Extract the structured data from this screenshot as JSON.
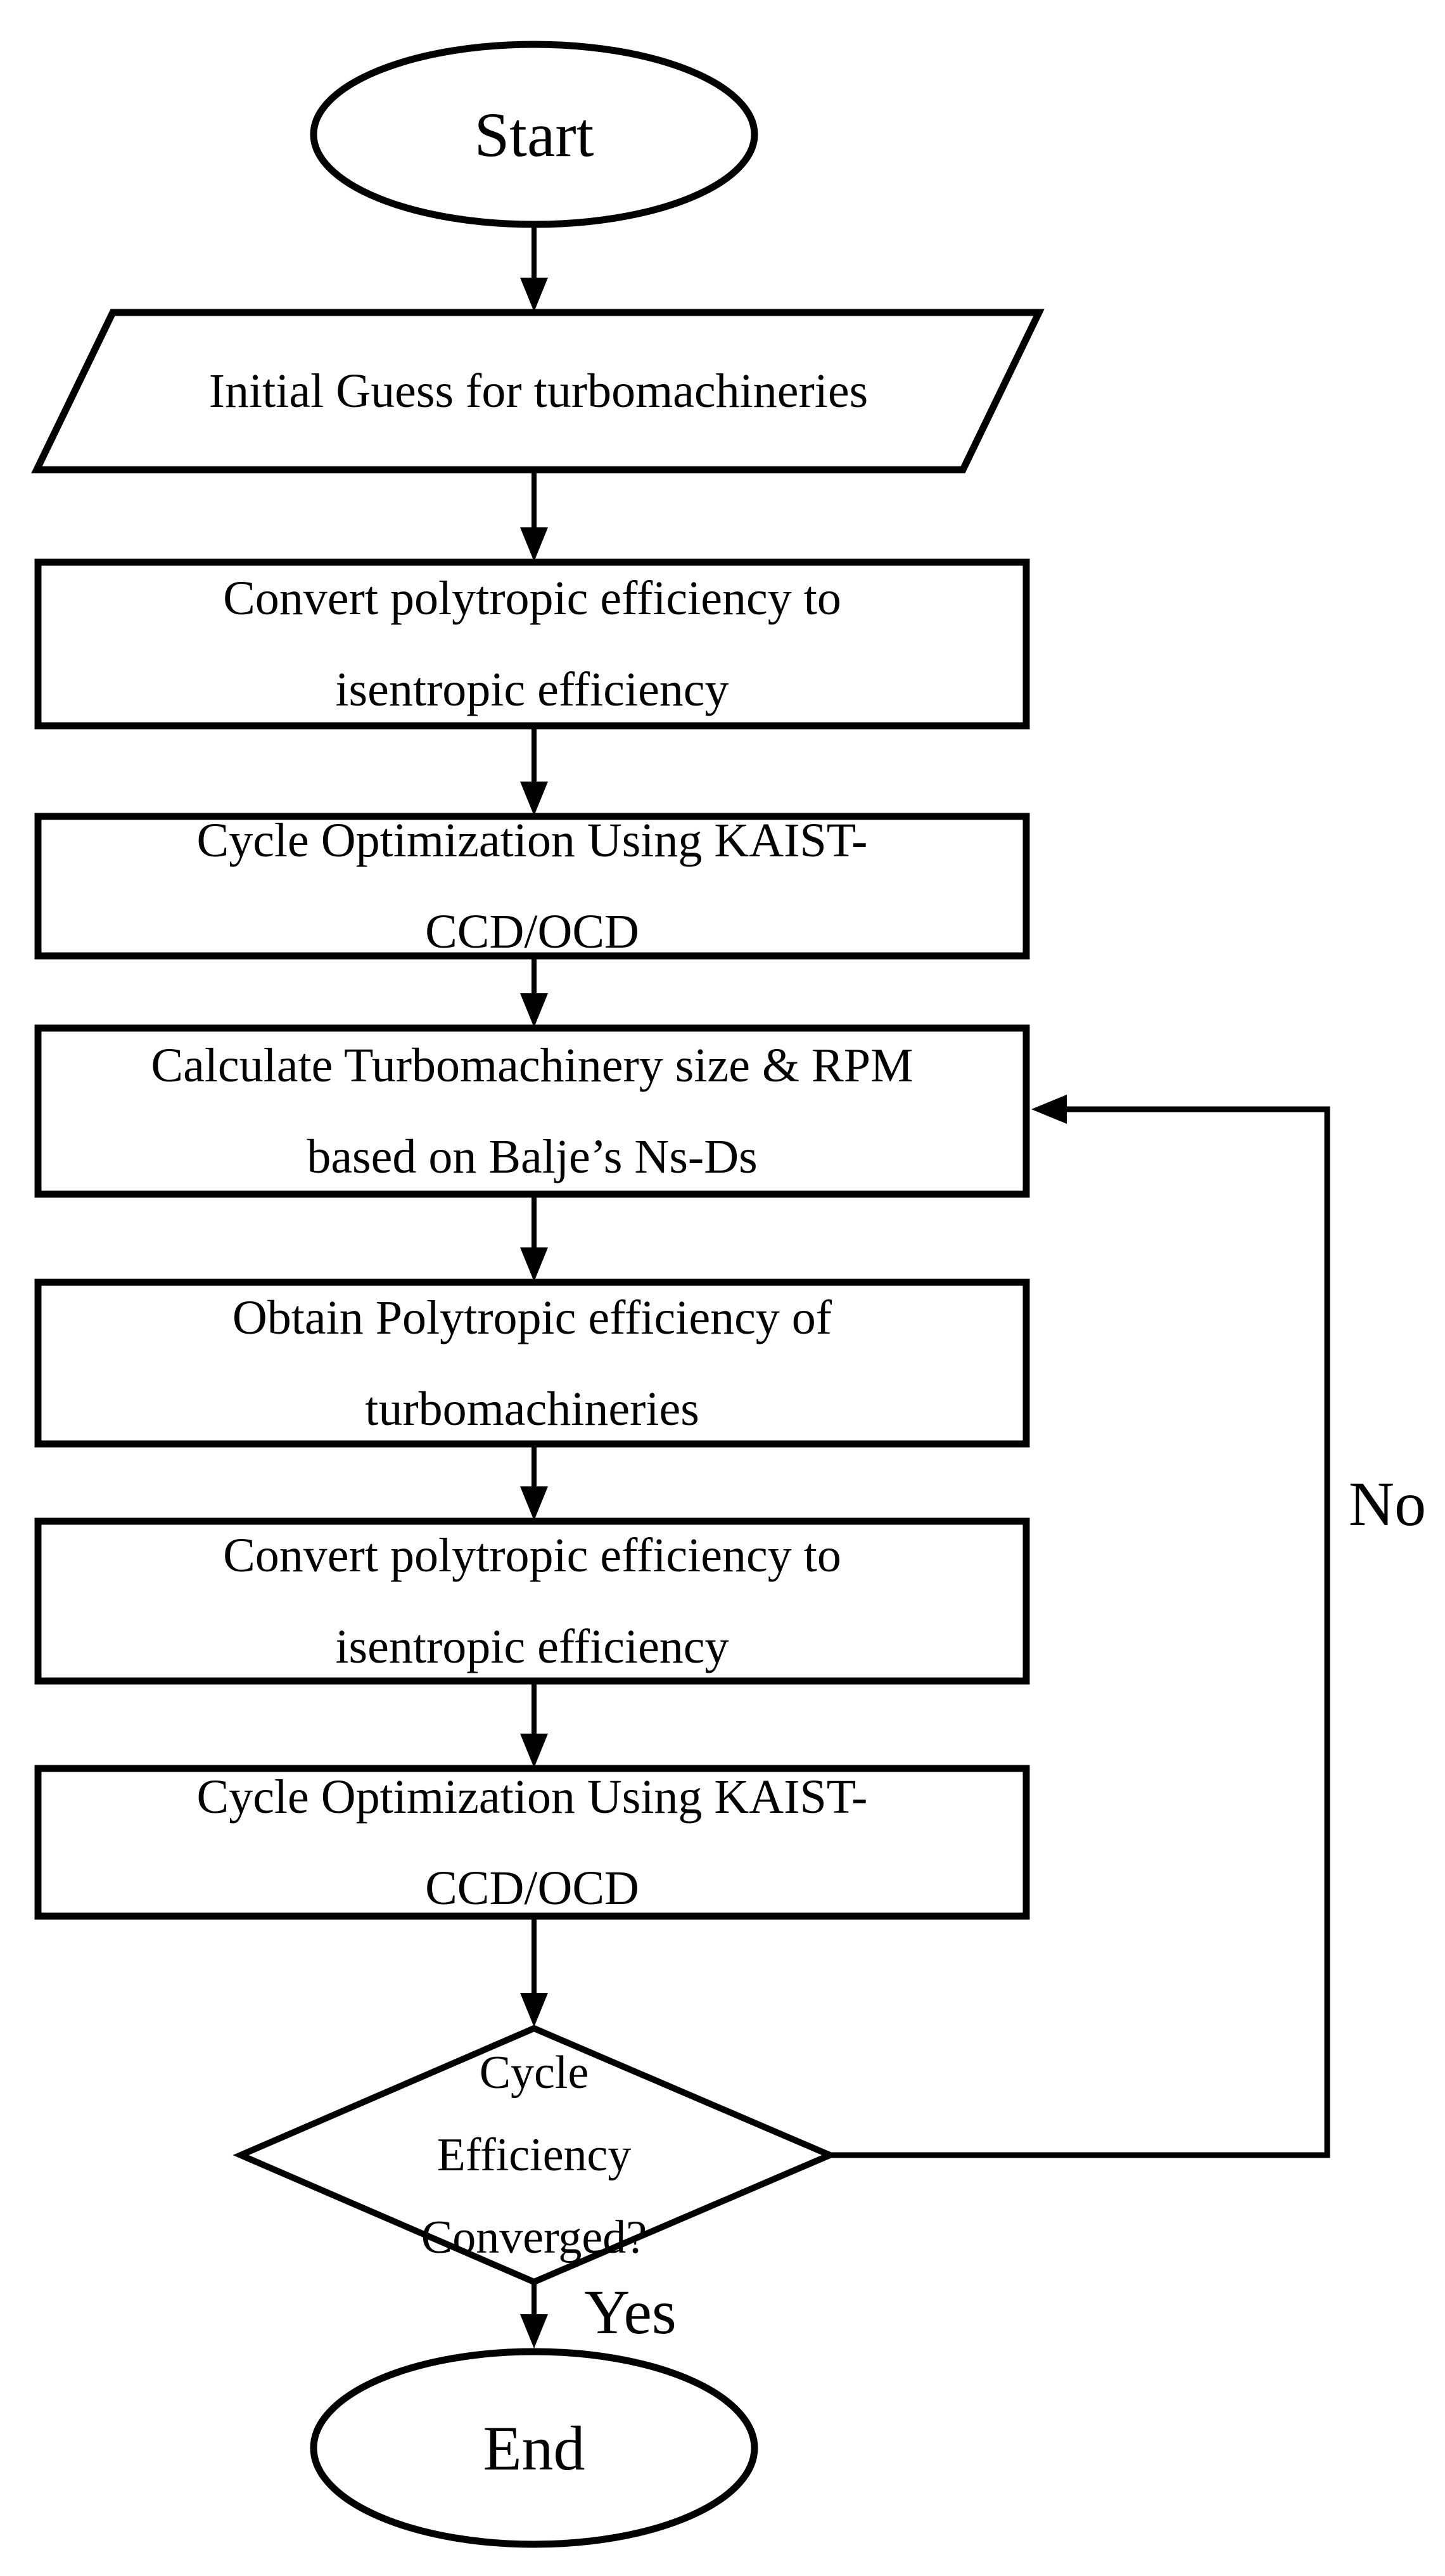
{
  "flowchart": {
    "colors": {
      "stroke": "#000000",
      "fill": "#ffffff",
      "background": "#ffffff",
      "text": "#000000"
    },
    "nodes": {
      "start": {
        "type": "terminator",
        "lines": [
          "Start"
        ]
      },
      "initial_guess": {
        "type": "input-output",
        "lines": [
          "Initial Guess for turbomachineries"
        ]
      },
      "convert_1": {
        "type": "process",
        "lines": [
          "Convert polytropic efficiency to",
          "isentropic efficiency"
        ]
      },
      "cycle_opt_1": {
        "type": "process",
        "lines": [
          "Cycle Optimization Using KAIST-",
          "CCD/OCD"
        ]
      },
      "calc_size": {
        "type": "process",
        "lines": [
          "Calculate Turbomachinery size & RPM",
          "based on Balje’s Ns-Ds"
        ]
      },
      "obtain_poly": {
        "type": "process",
        "lines": [
          "Obtain Polytropic efficiency of",
          "turbomachineries"
        ]
      },
      "convert_2": {
        "type": "process",
        "lines": [
          "Convert polytropic efficiency to",
          "isentropic efficiency"
        ]
      },
      "cycle_opt_2": {
        "type": "process",
        "lines": [
          "Cycle Optimization Using KAIST-",
          "CCD/OCD"
        ]
      },
      "decision": {
        "type": "decision",
        "lines": [
          "Cycle",
          "Efficiency",
          "Converged?"
        ]
      },
      "end": {
        "type": "terminator",
        "lines": [
          "End"
        ]
      }
    },
    "edges": {
      "yes_label": "Yes",
      "no_label": "No"
    }
  }
}
